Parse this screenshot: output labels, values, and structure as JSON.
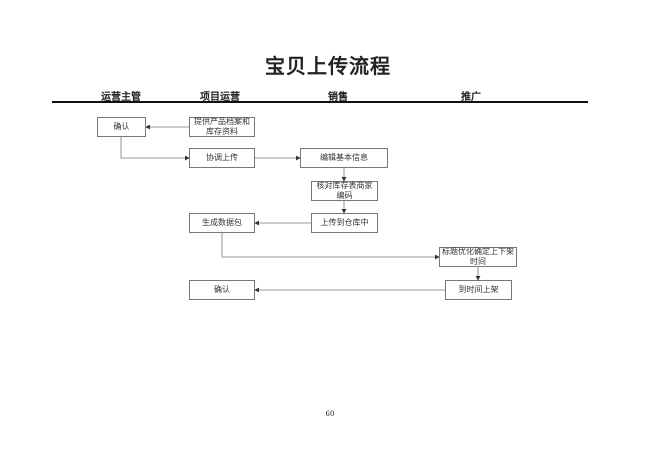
{
  "title": "宝贝上传流程",
  "lanes": [
    "运营主管",
    "项目运营",
    "销售",
    "推广"
  ],
  "steps": {
    "confirm_1": "确认",
    "provide_info": "提供产品档案和库存资料",
    "coordinate_upload": "协调上传",
    "edit_info": "编辑基本信息",
    "check_inventory": "核对库存表商家编码",
    "upload_warehouse": "上传到仓库中",
    "generate_package": "生成数据包",
    "title_optimize": "标题优化确定上下架时间",
    "list_on_time": "到时间上架",
    "confirm_2": "确认"
  },
  "page_number": "60"
}
